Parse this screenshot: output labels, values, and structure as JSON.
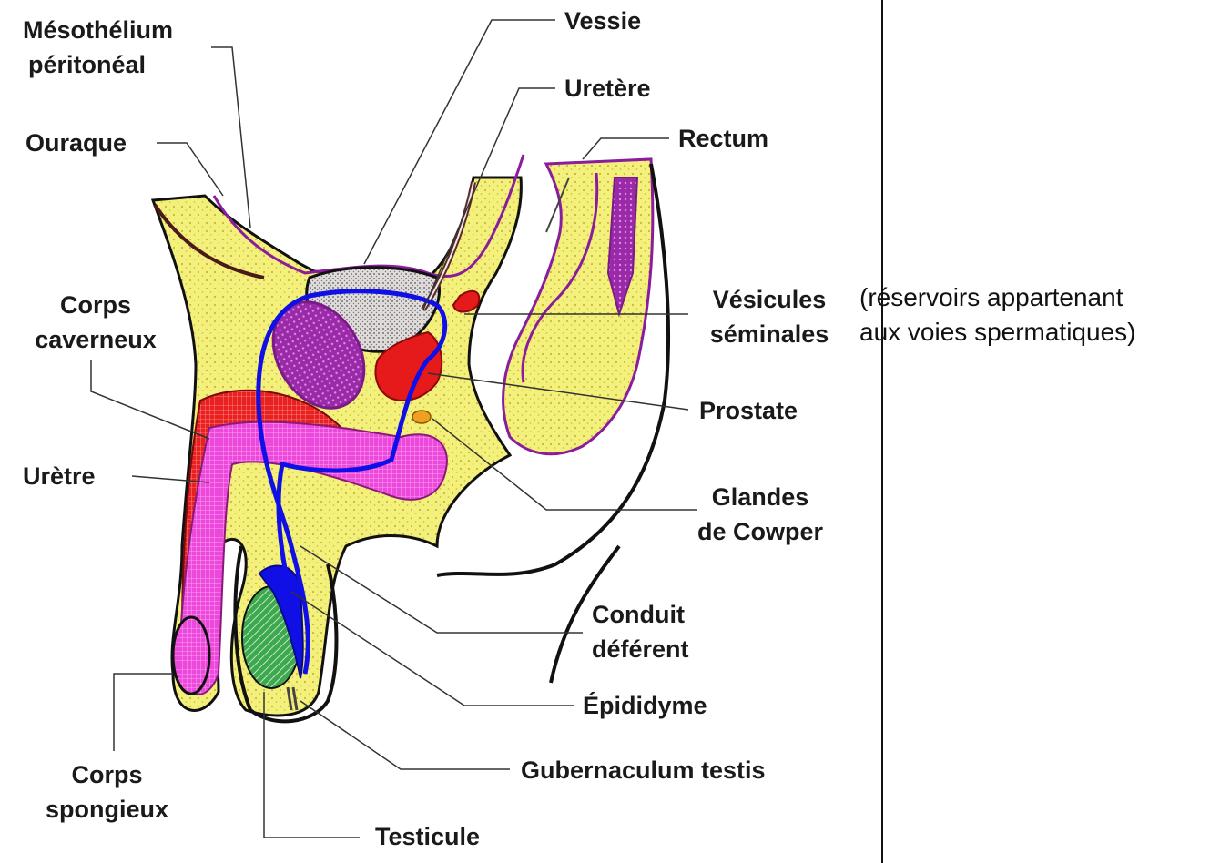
{
  "labels": {
    "mesothelium": [
      "Mésothélium",
      "péritonéal"
    ],
    "vessie": "Vessie",
    "uretere": "Uretère",
    "ouraque": "Ouraque",
    "rectum": "Rectum",
    "corps_caverneux": [
      "Corps",
      "caverneux"
    ],
    "vesicules": [
      "Vésicules",
      "séminales"
    ],
    "prostate": "Prostate",
    "uretre": "Urètre",
    "glandes": [
      "Glandes",
      "de Cowper"
    ],
    "conduit": [
      "Conduit",
      "déférent"
    ],
    "epididyme": "Épididyme",
    "gubernaculum": "Gubernaculum testis",
    "corps_spongieux": [
      "Corps",
      "spongieux"
    ],
    "testicule": "Testicule"
  },
  "note": [
    "(réservoirs appartenant",
    "aux voies spermatiques)"
  ],
  "colors": {
    "tissue": "#f2ee7a",
    "peritoneum": "#8a1c9e",
    "bladder": "#d9d4d4",
    "duct": "#1010e6",
    "red_organs": "#e61a1a",
    "urethra": "#ea3fd8",
    "testis": "#3aa84a",
    "cowper": "#f0a020",
    "outline": "#111111"
  }
}
